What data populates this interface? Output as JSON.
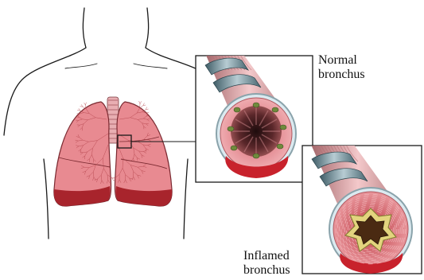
{
  "labels": {
    "normal": {
      "line1": "Normal",
      "line2": "bronchus"
    },
    "inflamed": {
      "line1": "Inflamed",
      "line2": "bronchus"
    }
  },
  "colors": {
    "outline": "#1a1a1a",
    "lung_fill": "#e6838a",
    "lung_dark": "#a5242c",
    "airway_wall": "#e69aa0",
    "cartilage_ring": "#6f8c96",
    "lumen_dark": "#4a1f22",
    "gland_green": "#6f8a3c",
    "mucus_yellow": "#e6d27a"
  }
}
